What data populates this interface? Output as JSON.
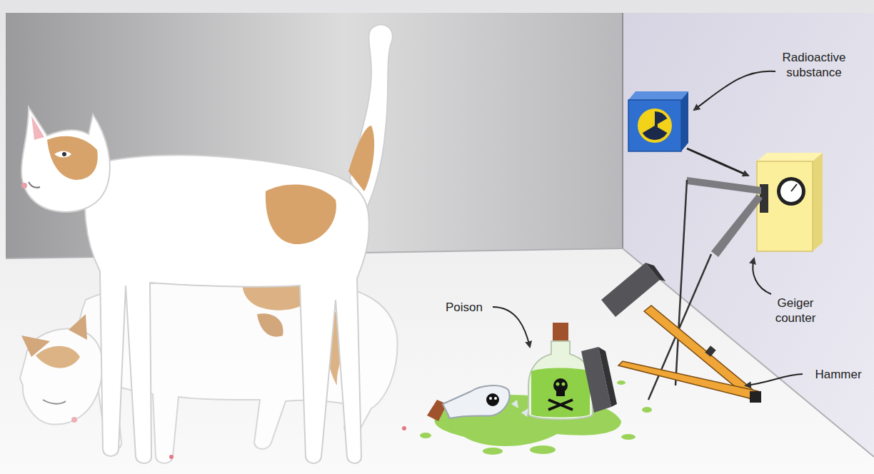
{
  "diagram": {
    "labels": [
      "Radioactive substance",
      "Poison",
      "Geiger counter",
      "Hammer"
    ]
  }
}
